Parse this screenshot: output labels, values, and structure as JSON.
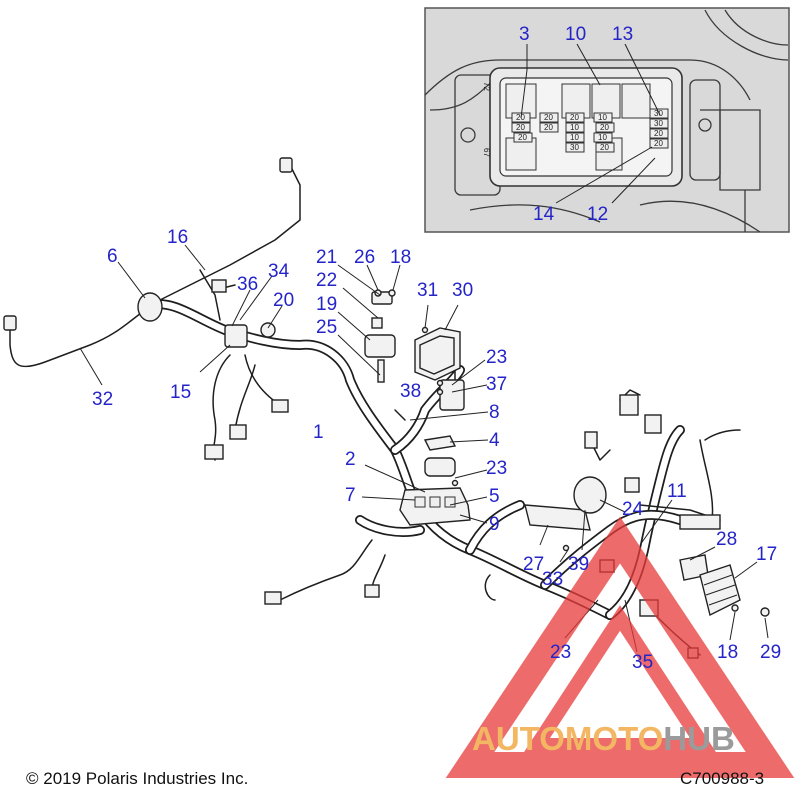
{
  "diagram": {
    "inset_callouts": [
      "3",
      "10",
      "13",
      "14",
      "12"
    ],
    "inset_fuse_ratings": [
      "20",
      "20",
      "10",
      "20",
      "20",
      "20",
      "20",
      "10",
      "20",
      "10",
      "10",
      "30",
      "30",
      "20",
      "20",
      "20",
      "30"
    ],
    "inset_side_marks": [
      "72",
      "67"
    ],
    "callouts": [
      "16",
      "6",
      "36",
      "34",
      "20",
      "15",
      "32",
      "21",
      "26",
      "18",
      "22",
      "19",
      "25",
      "38",
      "31",
      "30",
      "23",
      "37",
      "8",
      "4",
      "1",
      "2",
      "23",
      "7",
      "5",
      "9",
      "11",
      "24",
      "28",
      "17",
      "27",
      "33",
      "39",
      "23",
      "35",
      "18",
      "29"
    ]
  },
  "watermark": {
    "part1": "AUTO",
    "part2": "MOTO",
    "part3": "HUB",
    "color_orange": "#f0a030",
    "color_gray": "#7a7a7a",
    "color_red": "#e83a3a"
  },
  "footer": {
    "copyright": "© 2019 Polaris Industries Inc.",
    "figure_code": "C700988-3"
  }
}
